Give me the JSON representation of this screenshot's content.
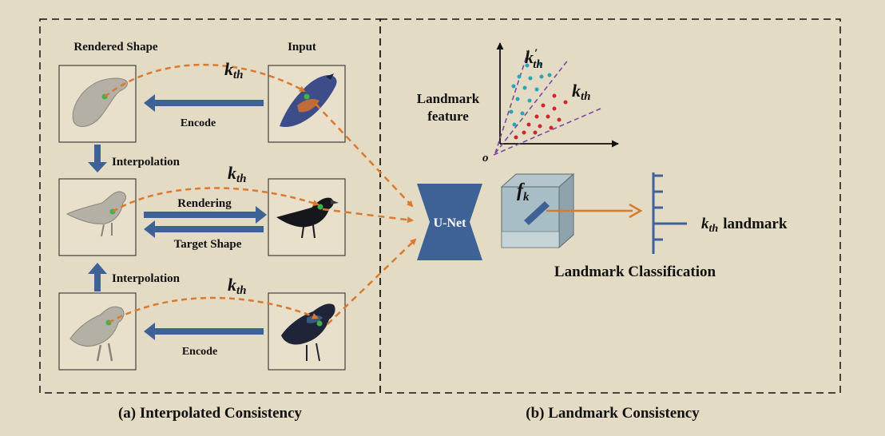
{
  "panel_a": {
    "caption": "(a) Interpolated Consistency",
    "rendered_shape_label": "Rendered Shape",
    "input_label": "Input",
    "encode_top": "Encode",
    "interpolation_top": "Interpolation",
    "rendering": "Rendering",
    "target_shape": "Target Shape",
    "interpolation_bottom": "Interpolation",
    "encode_bottom": "Encode",
    "k_top": "k",
    "k_mid": "k",
    "k_bot": "k",
    "k_sub": "th"
  },
  "panel_b": {
    "caption": "(b) Landmark Consistency",
    "landmark_feature_1": "Landmark",
    "landmark_feature_2": "feature",
    "origin": "o",
    "k_prime": "k",
    "prime": "′",
    "k_main": "k",
    "k_sub": "th",
    "unet": "U-Net",
    "fk": "f",
    "fk_sub": "k",
    "landmark_k": "k",
    "landmark_k_sub": "th",
    "landmark_word": "landmark",
    "classification": "Landmark Classification"
  },
  "colors": {
    "background": "#e4dbc4",
    "arrow_blue": "#3e6296",
    "arrow_orange": "#d97a2e",
    "dot_teal": "#27a5b8",
    "dot_red": "#d2232a",
    "dash_purple": "#7b4a9c",
    "landmark_green": "#3fb34a"
  }
}
